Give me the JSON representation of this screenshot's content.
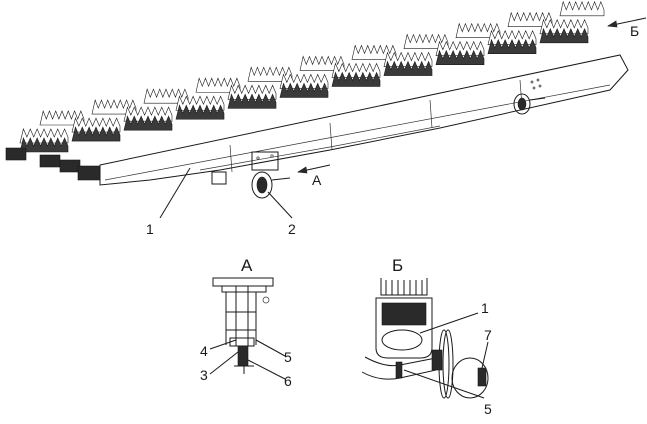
{
  "labels": {
    "main": {
      "part_1": "1",
      "part_2": "2",
      "view_a_arrow": "А",
      "view_b_arrow": "Б"
    },
    "view_a": {
      "title": "А",
      "part_3": "3",
      "part_4": "4",
      "part_5": "5",
      "part_6": "6"
    },
    "view_b": {
      "title": "Б",
      "part_1": "1",
      "part_5": "5",
      "part_7": "7"
    }
  },
  "colors": {
    "line": "#1a1a1a",
    "fill_dark": "#2a2a2a",
    "background": "#ffffff"
  }
}
